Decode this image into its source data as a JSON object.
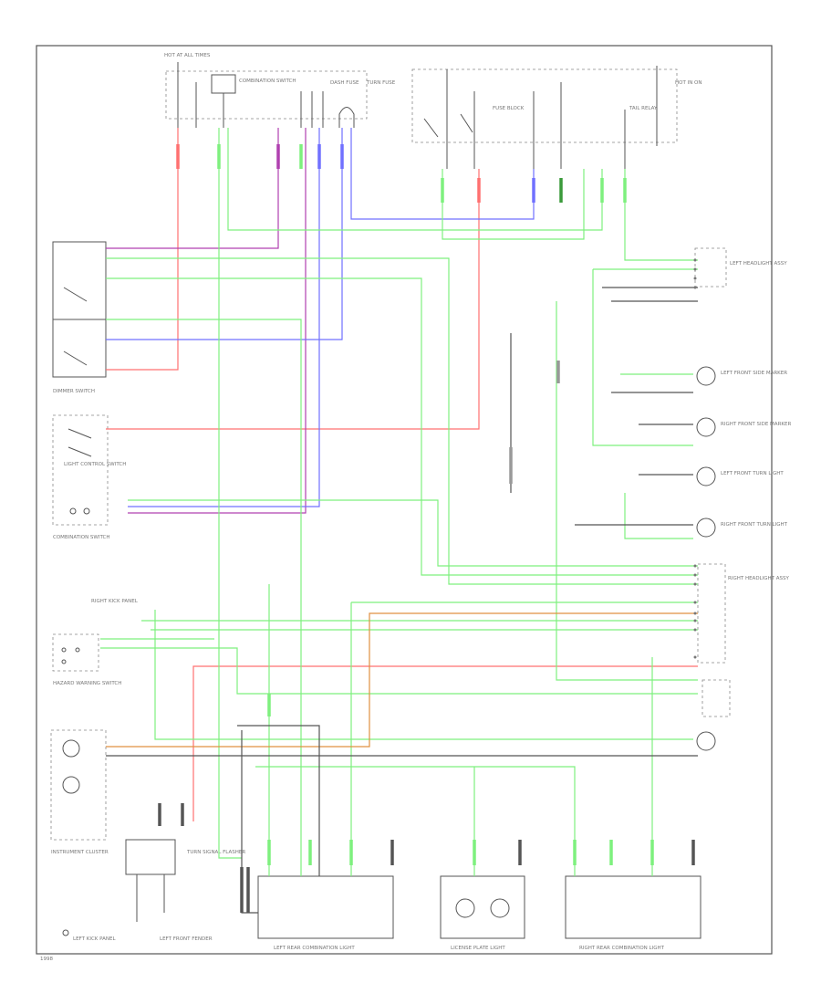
{
  "colors": {
    "red": "#ff7070",
    "green": "#7ef07e",
    "purple": "#b040b0",
    "blue": "#7070ff",
    "dark_green": "#3a9a3a",
    "orange": "#e09040",
    "gray": "#999999",
    "black": "#444444"
  },
  "labels": {
    "hot_at_all_times": "HOT AT ALL TIMES",
    "hot_in_on": "HOT IN ON",
    "fuse_block": "FUSE BLOCK",
    "combination_switch_top": "COMBINATION SWITCH",
    "dash_fuse": "DASH FUSE",
    "turn_fuse": "TURN FUSE",
    "tail_relay": "TAIL RELAY",
    "dimmer_switch": "DIMMER SWITCH",
    "light_control_switch": "LIGHT CONTROL SWITCH",
    "combination_switch": "COMBINATION SWITCH",
    "right_ground_note": "RIGHT KICK PANEL",
    "left_headlight_assy": "LEFT HEADLIGHT ASSY",
    "right_headlight_assy": "RIGHT HEADLIGHT ASSY",
    "left_front_side_marker": "LEFT FRONT SIDE MARKER",
    "right_front_side_marker": "RIGHT FRONT SIDE MARKER",
    "left_front_turn": "LEFT FRONT TURN LIGHT",
    "right_front_turn": "RIGHT FRONT TURN LIGHT",
    "instrument_cluster": "INSTRUMENT CLUSTER",
    "hazard_switch": "HAZARD WARNING SWITCH",
    "turn_flasher": "TURN SIGNAL FLASHER",
    "left_rear_combination": "LEFT REAR COMBINATION LIGHT",
    "license_plate_light": "LICENSE PLATE LIGHT",
    "right_rear_combination": "RIGHT REAR COMBINATION LIGHT",
    "left_kick_panel": "LEFT KICK PANEL",
    "left_front_fender": "LEFT FRONT FENDER",
    "footer": "1998"
  }
}
